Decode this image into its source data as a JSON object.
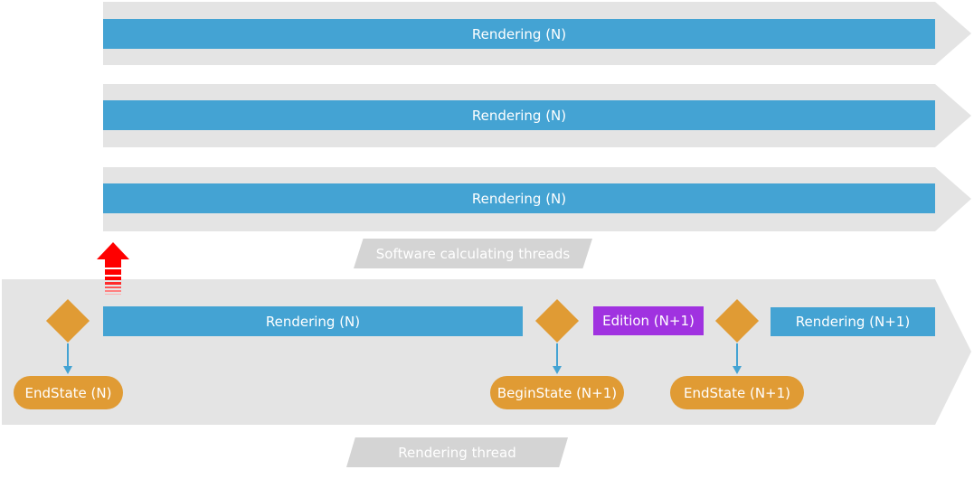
{
  "software_threads": {
    "bars": [
      {
        "label": "Rendering (N)"
      },
      {
        "label": "Rendering (N)"
      },
      {
        "label": "Rendering (N)"
      }
    ],
    "caption": "Software calculating threads"
  },
  "rendering_thread": {
    "caption": "Rendering thread",
    "bars": {
      "rendering_n": "Rendering (N)",
      "edition_n1": "Edition (N+1)",
      "rendering_n1": "Rendering (N+1)"
    },
    "states": {
      "end_n": "EndState (N)",
      "begin_n1": "BeginState (N+1)",
      "end_n1": "EndState (N+1)"
    }
  },
  "colors": {
    "arrow_band": "#e4e4e4",
    "bar": "#44a3d3",
    "state": "#e09b34",
    "edition": "#a032e0",
    "caption_bg": "#d4d4d4",
    "signal_arrow": "#ff0000"
  },
  "icons": [
    "decision-diamond",
    "down-arrow",
    "up-arrow-signal"
  ]
}
